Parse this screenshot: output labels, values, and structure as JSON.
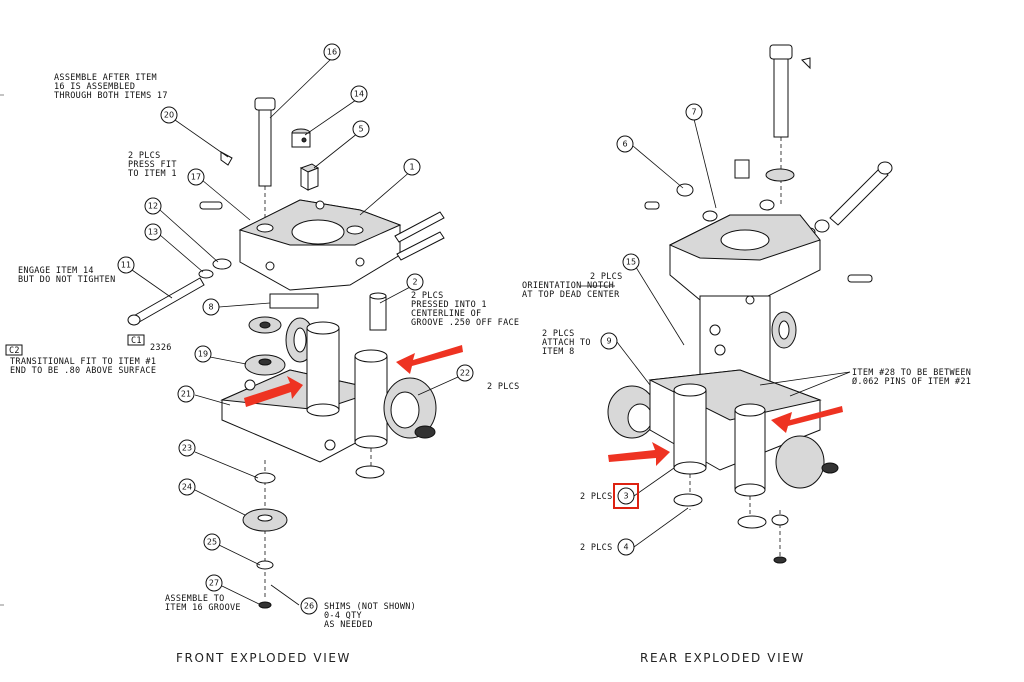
{
  "views": {
    "front_title": "FRONT EXPLODED VIEW",
    "rear_title": "REAR EXPLODED VIEW"
  },
  "notes": {
    "assemble_after": [
      "ASSEMBLE AFTER ITEM",
      "16 IS ASSEMBLED",
      "THROUGH BOTH ITEMS 17"
    ],
    "press_fit": [
      "2 PLCS",
      "PRESS FIT",
      "TO ITEM 1"
    ],
    "engage": [
      "ENGAGE ITEM 14",
      "BUT DO NOT TIGHTEN"
    ],
    "transitional": [
      "TRANSITIONAL FIT TO ITEM #1",
      "END TO BE .80 ABOVE SURFACE"
    ],
    "pressed_into": [
      "2 PLCS",
      "PRESSED INTO 1",
      "CENTERLINE OF",
      "GROOVE .250 OFF FACE"
    ],
    "front_22": "2 PLCS",
    "assemble_to": [
      "ASSEMBLE TO",
      "ITEM 16 GROOVE"
    ],
    "shims": [
      "SHIMS (NOT SHOWN)",
      "0-4 QTY",
      "AS NEEDED"
    ],
    "orientation": [
      "2 PLCS",
      "ORIENTATION NOTCH",
      "AT TOP DEAD CENTER"
    ],
    "attach_to": [
      "2 PLCS",
      "ATTACH TO",
      "ITEM 8"
    ],
    "item28": [
      "ITEM #28 TO BE BETWEEN",
      "Ø.062 PINS OF ITEM #21"
    ],
    "rear_3": "2 PLCS",
    "rear_4": "2 PLCS"
  },
  "flags": {
    "c1": "C1",
    "c2": "C2",
    "c1_tag": "2326"
  },
  "balloons": {
    "b16": "16",
    "b14": "14",
    "b5": "5",
    "b20": "20",
    "b17": "17",
    "b1": "1",
    "b12": "12",
    "b13": "13",
    "b11": "11",
    "b8": "8",
    "b2": "2",
    "b19": "19",
    "b21": "21",
    "b22": "22",
    "b23": "23",
    "b24": "24",
    "b25": "25",
    "b27": "27",
    "b26": "26",
    "b7": "7",
    "b6": "6",
    "b15": "15",
    "b9": "9",
    "b3": "3",
    "b4": "4"
  },
  "colors": {
    "arrow": "#ee3322",
    "highlight_box": "#dd2211",
    "line": "#111111"
  }
}
